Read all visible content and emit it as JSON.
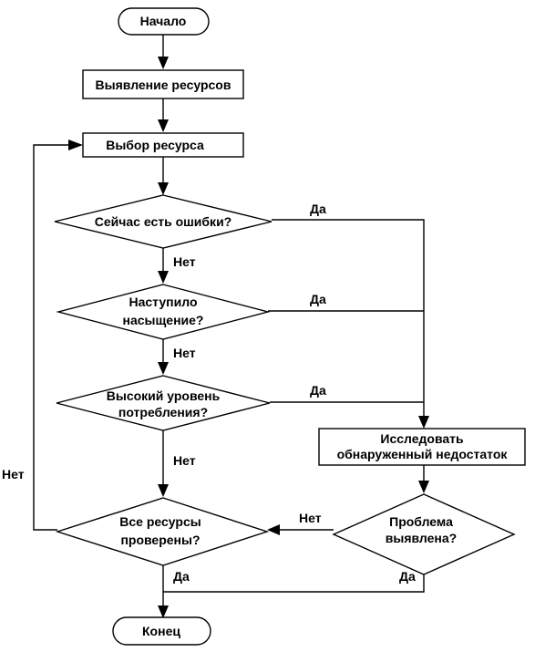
{
  "flowchart": {
    "start": "Начало",
    "identify": "Выявление ресурсов",
    "select": "Выбор ресурса",
    "q_errors": "Сейчас есть ошибки?",
    "q_saturation": [
      "Наступило",
      "насыщение?"
    ],
    "q_usage": [
      "Высокий уровень",
      "потребления?"
    ],
    "investigate": [
      "Исследовать",
      "обнаруженный недостаток"
    ],
    "q_problem": [
      "Проблема",
      "выявлена?"
    ],
    "q_all_checked": [
      "Все ресурсы",
      "проверены?"
    ],
    "end": "Конец",
    "yes": "Да",
    "no": "Нет"
  },
  "colors": {
    "stroke": "#000000",
    "fill": "#ffffff"
  }
}
